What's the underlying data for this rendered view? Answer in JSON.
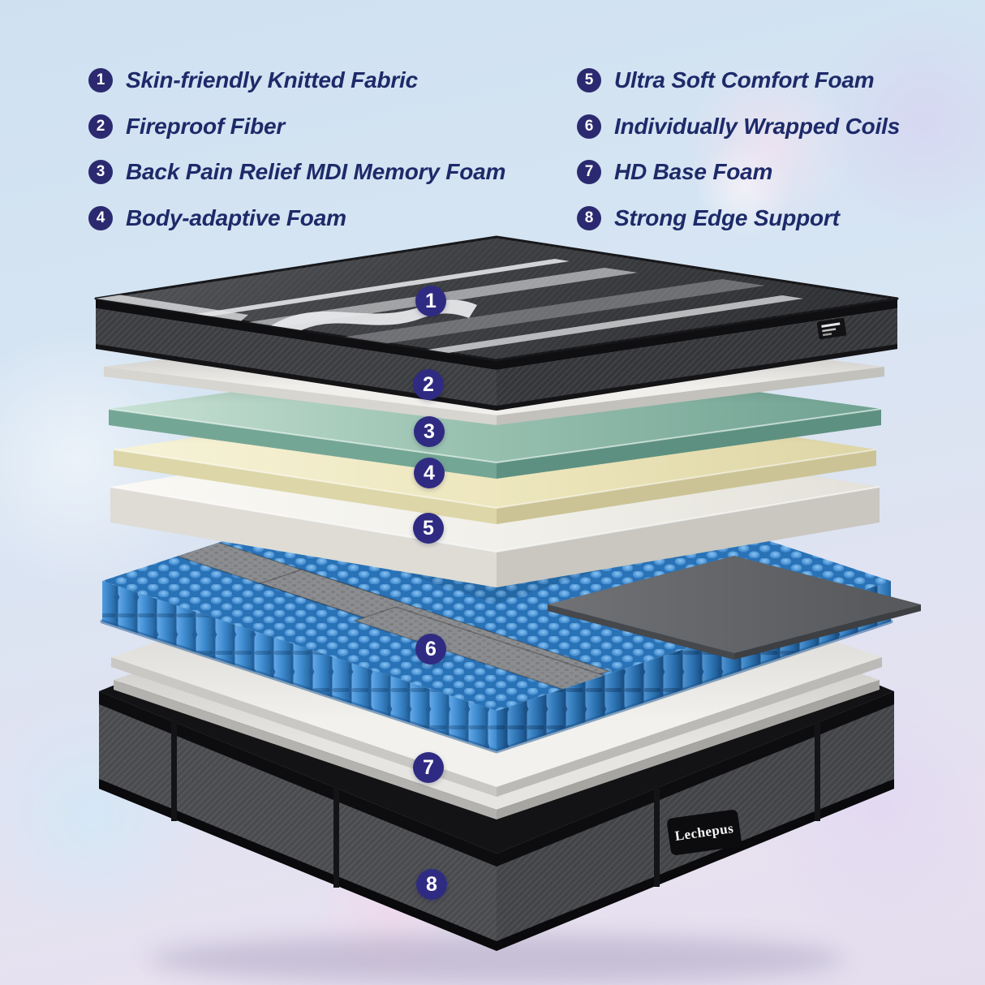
{
  "legend": {
    "items_left": [
      {
        "num": "1",
        "label": "Skin-friendly Knitted Fabric"
      },
      {
        "num": "2",
        "label": "Fireproof Fiber"
      },
      {
        "num": "3",
        "label": "Back Pain Relief MDI Memory Foam"
      },
      {
        "num": "4",
        "label": "Body-adaptive Foam"
      }
    ],
    "items_right": [
      {
        "num": "5",
        "label": "Ultra Soft Comfort Foam"
      },
      {
        "num": "6",
        "label": "Individually Wrapped Coils"
      },
      {
        "num": "7",
        "label": "HD Base Foam"
      },
      {
        "num": "8",
        "label": "Strong Edge Support"
      }
    ]
  },
  "diagram": {
    "badges": [
      "1",
      "2",
      "3",
      "4",
      "5",
      "6",
      "7",
      "8"
    ],
    "brand_label": "Lechepus"
  },
  "colors": {
    "accent_navy": "#2f2b82",
    "legend_text": "#1d2a69",
    "coil_blue": "#3784c8",
    "memory_foam_teal": "#8fbcab",
    "adaptive_foam_cream": "#efe9c0",
    "comfort_foam_white": "#f3f2ee",
    "fabric_charcoal": "#3d3e42",
    "background_top": "#cfe1f1",
    "background_bottom": "#e7e1f0"
  }
}
